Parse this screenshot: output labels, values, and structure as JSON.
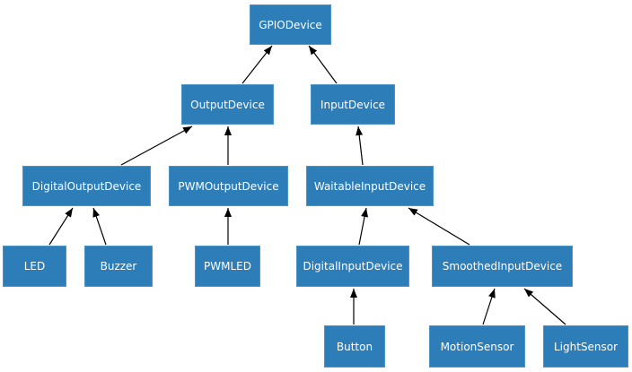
{
  "diagram": {
    "type": "class-hierarchy",
    "colors": {
      "node_fill": "#2d7db8",
      "node_border": "#4c93c6",
      "text": "#ffffff",
      "edge": "#000000",
      "background": "#ffffff"
    },
    "nodes": [
      {
        "id": "GPIODevice",
        "label": "GPIODevice"
      },
      {
        "id": "OutputDevice",
        "label": "OutputDevice"
      },
      {
        "id": "InputDevice",
        "label": "InputDevice"
      },
      {
        "id": "DigitalOutputDevice",
        "label": "DigitalOutputDevice"
      },
      {
        "id": "PWMOutputDevice",
        "label": "PWMOutputDevice"
      },
      {
        "id": "WaitableInputDevice",
        "label": "WaitableInputDevice"
      },
      {
        "id": "LED",
        "label": "LED"
      },
      {
        "id": "Buzzer",
        "label": "Buzzer"
      },
      {
        "id": "PWMLED",
        "label": "PWMLED"
      },
      {
        "id": "DigitalInputDevice",
        "label": "DigitalInputDevice"
      },
      {
        "id": "SmoothedInputDevice",
        "label": "SmoothedInputDevice"
      },
      {
        "id": "Button",
        "label": "Button"
      },
      {
        "id": "MotionSensor",
        "label": "MotionSensor"
      },
      {
        "id": "LightSensor",
        "label": "LightSensor"
      }
    ],
    "edges": [
      {
        "from": "OutputDevice",
        "to": "GPIODevice"
      },
      {
        "from": "InputDevice",
        "to": "GPIODevice"
      },
      {
        "from": "DigitalOutputDevice",
        "to": "OutputDevice"
      },
      {
        "from": "PWMOutputDevice",
        "to": "OutputDevice"
      },
      {
        "from": "WaitableInputDevice",
        "to": "InputDevice"
      },
      {
        "from": "LED",
        "to": "DigitalOutputDevice"
      },
      {
        "from": "Buzzer",
        "to": "DigitalOutputDevice"
      },
      {
        "from": "PWMLED",
        "to": "PWMOutputDevice"
      },
      {
        "from": "DigitalInputDevice",
        "to": "WaitableInputDevice"
      },
      {
        "from": "SmoothedInputDevice",
        "to": "WaitableInputDevice"
      },
      {
        "from": "Button",
        "to": "DigitalInputDevice"
      },
      {
        "from": "MotionSensor",
        "to": "SmoothedInputDevice"
      },
      {
        "from": "LightSensor",
        "to": "SmoothedInputDevice"
      }
    ]
  }
}
